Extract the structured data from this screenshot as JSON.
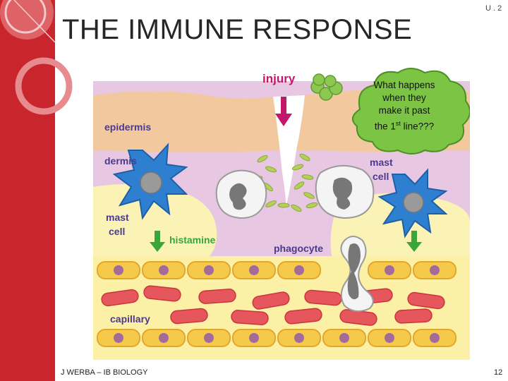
{
  "slide": {
    "title": "THE IMMUNE RESPONSE",
    "unit_label": "U . 2",
    "footer": "J WERBA – IB BIOLOGY",
    "page_number": "12"
  },
  "diagram": {
    "labels": {
      "injury": "injury",
      "epidermis": "epidermis",
      "dermis": "dermis",
      "mast_cell_left_line1": "mast",
      "mast_cell_left_line2": "cell",
      "mast_cell_right_line1": "mast",
      "mast_cell_right_line2": "cell",
      "histamine": "histamine",
      "phagocyte": "phagocyte",
      "capillary": "capillary"
    }
  },
  "callout": {
    "text_line1": "What happens",
    "text_line2": "when they",
    "text_line3": "make it past",
    "text_line4_pre": "the 1",
    "text_line4_sup": "st",
    "text_line4_post": " line???"
  },
  "colors": {
    "sidebar": "#c8262c",
    "label_purple": "#4b3a8c",
    "injury_pink": "#c2186b",
    "histamine_green": "#3aa63a",
    "callout_green": "#7cc444"
  }
}
